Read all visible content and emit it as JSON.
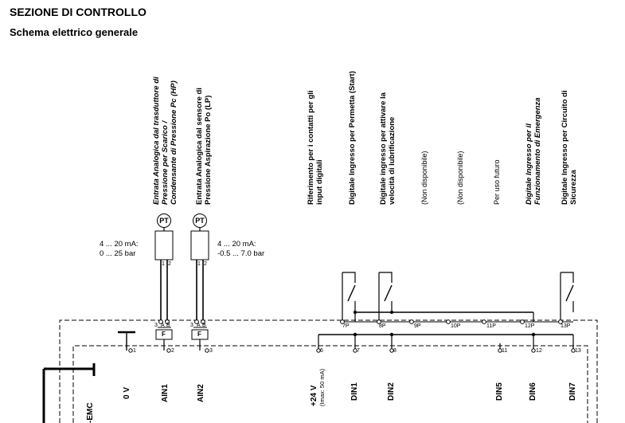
{
  "header": {
    "title": "SEZIONE DI CONTROLLO",
    "subtitle": "Schema elettrico generale"
  },
  "labels": {
    "ain1": "Entrata Analogica dal trasduttore di\nPressione per Scarico /\nCondensante di Pressione Pc (HP)",
    "ain2": "Entrata Analogica dal sensore di\nPressione Aspirazione Po (LP)",
    "ref": "Riferimento per i contatti per gli\ninput digitali",
    "din1": "Digitale Ingresso per Permetta (Start)",
    "din2": "Digitale ingresso per attivare la\nvelocità di lubrificazione",
    "nd1": "(Non disponibile)",
    "nd2": "(Non disponibile)",
    "din5": "Per uso futuro",
    "din6": "Digitale Ingresso per il\nFunzionamento di Emergenza",
    "din7": "Digitale Ingresso per Circuito di\nSicurezza"
  },
  "sensors": {
    "pt1": "PT",
    "pt2": "PT",
    "spec1": "4 ... 20 mA:\n0 ... 25 bar",
    "spec2": "4 ... 20 mA:\n-0.5 ... 7.0 bar"
  },
  "terminals": {
    "t1": "1",
    "t2": "2",
    "t3": "3",
    "t6": "6",
    "t7": "7",
    "t8": "8",
    "t11": "11",
    "t12": "12",
    "t13": "13",
    "p7": "7P",
    "p8": "8P",
    "p9": "9P",
    "p10": "10P",
    "p11": "11P",
    "p12": "12P",
    "p13": "13P",
    "a1": "3",
    "b1": "A",
    "c1": "B",
    "a2": "3",
    "b2": "A",
    "c2": "B",
    "f1": "F",
    "f2": "F",
    "w1a": "1",
    "w1b": "2",
    "w2a": "1",
    "w2b": "2"
  },
  "bottom": {
    "emc": "-EMC",
    "ov": "0 V",
    "ain1": "AIN1",
    "ain2": "AIN2",
    "v24": "+24 V",
    "v24sub": "(Imax: 50 mA)",
    "din1": "DIN1",
    "din2": "DIN2",
    "din5": "DIN5",
    "din6": "DIN6",
    "din7": "DIN7"
  }
}
